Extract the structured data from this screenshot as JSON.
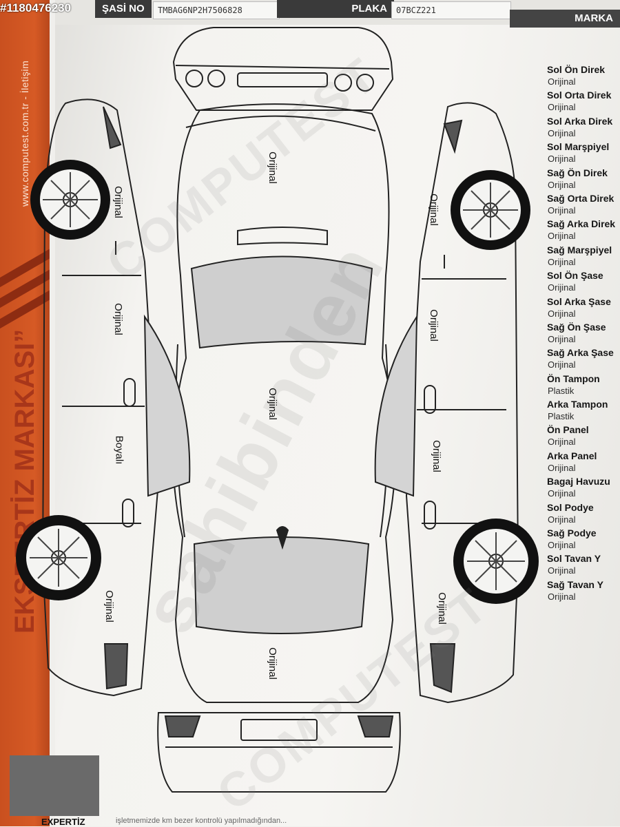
{
  "header": {
    "listing_id": "#1180476230",
    "chassis_label": "ŞASİ NO",
    "chassis_value": "TMBAG6NP2H7506828",
    "plate_label": "PLAKA",
    "plate_value": "07BCZ221",
    "brand_label": "MARKA"
  },
  "left_strip": {
    "url_text": "www.computest.com.tr - İletişim",
    "brand_text": "EKSPERTİZ MARKASI”"
  },
  "parts": [
    {
      "name": "Sol Ön Direk",
      "value": "Orijinal"
    },
    {
      "name": "Sol Orta Direk",
      "value": "Orijinal"
    },
    {
      "name": "Sol Arka Direk",
      "value": "Orijinal"
    },
    {
      "name": "Sol Marşpiyel",
      "value": "Orijinal"
    },
    {
      "name": "Sağ Ön Direk",
      "value": "Orijinal"
    },
    {
      "name": "Sağ Orta Direk",
      "value": "Orijinal"
    },
    {
      "name": "Sağ Arka Direk",
      "value": "Orijinal"
    },
    {
      "name": "Sağ Marşpiyel",
      "value": "Orijinal"
    },
    {
      "name": "Sol Ön Şase",
      "value": "Orijinal"
    },
    {
      "name": "Sol Arka Şase",
      "value": "Orijinal"
    },
    {
      "name": "Sağ Ön Şase",
      "value": "Orijinal"
    },
    {
      "name": "Sağ Arka Şase",
      "value": "Orijinal"
    },
    {
      "name": "Ön Tampon",
      "value": "Plastik"
    },
    {
      "name": "Arka Tampon",
      "value": "Plastik"
    },
    {
      "name": "Ön Panel",
      "value": "Orijinal"
    },
    {
      "name": "Arka Panel",
      "value": "Orijinal"
    },
    {
      "name": "Bagaj Havuzu",
      "value": "Orijinal"
    },
    {
      "name": "Sol Podye",
      "value": "Orijinal"
    },
    {
      "name": "Sağ Podye",
      "value": "Orijinal"
    },
    {
      "name": "Sol Tavan Y",
      "value": "Orijinal"
    },
    {
      "name": "Sağ Tavan Y",
      "value": "Orijinal"
    }
  ],
  "diagram_labels": {
    "hood": "Orijinal",
    "roof": "Orijinal",
    "trunk": "Orijinal",
    "left_front_fender": "Orijinal",
    "left_front_door": "Orijinal",
    "left_rear_door": "Boyalı",
    "left_rear_fender": "Orijinal",
    "right_front_fender": "Orijinal",
    "right_front_door": "Orijinal",
    "right_rear_door": "Orijinal",
    "right_rear_fender": "Orijinal"
  },
  "watermarks": {
    "a": "COMPUTEST",
    "b": "sahibinden",
    "c": "COMPUTEST"
  },
  "footer": {
    "label": "EXPERTİZ",
    "text": "işletmemizde km bezer kontrolü yapılmadığından..."
  }
}
